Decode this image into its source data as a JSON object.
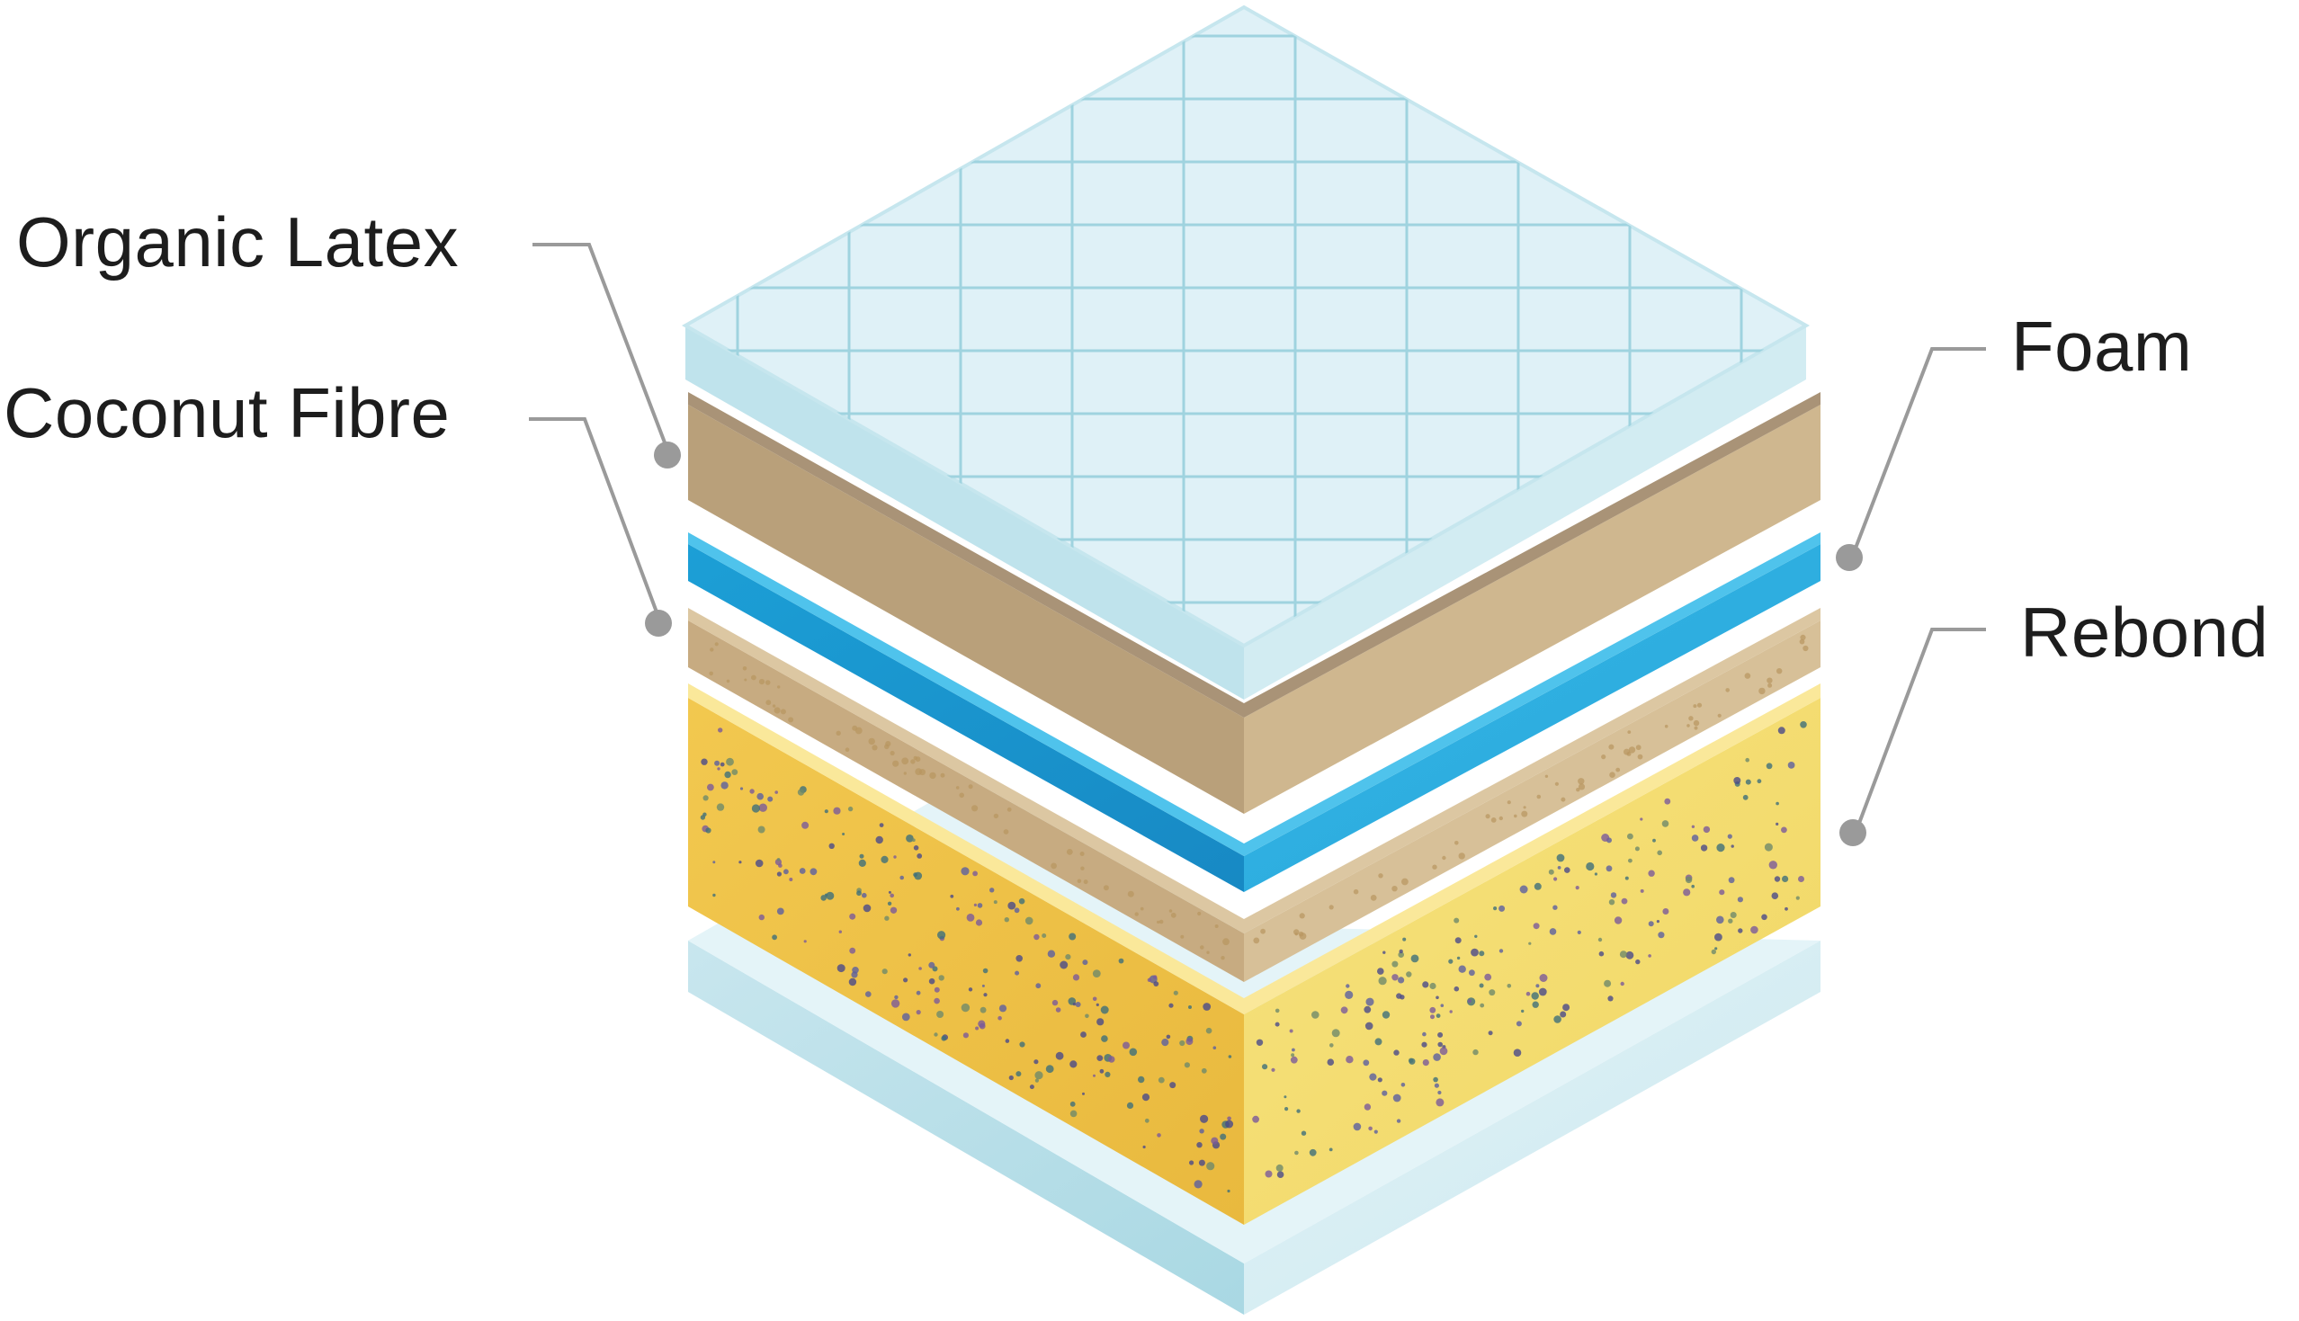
{
  "labels": {
    "organic_latex": "Organic Latex",
    "coconut_fibre": "Coconut Fibre",
    "foam": "Foam",
    "rebond": "Rebond"
  },
  "colors": {
    "quilted_top": "#dff1f7",
    "quilted_line": "#9fd3df",
    "latex": "#c9b38c",
    "foam": "#2fb2e0",
    "coconut": "#d4bb93",
    "rebond": "#f4d866",
    "base": "#d9eef4",
    "leader": "#9a9a9a"
  }
}
